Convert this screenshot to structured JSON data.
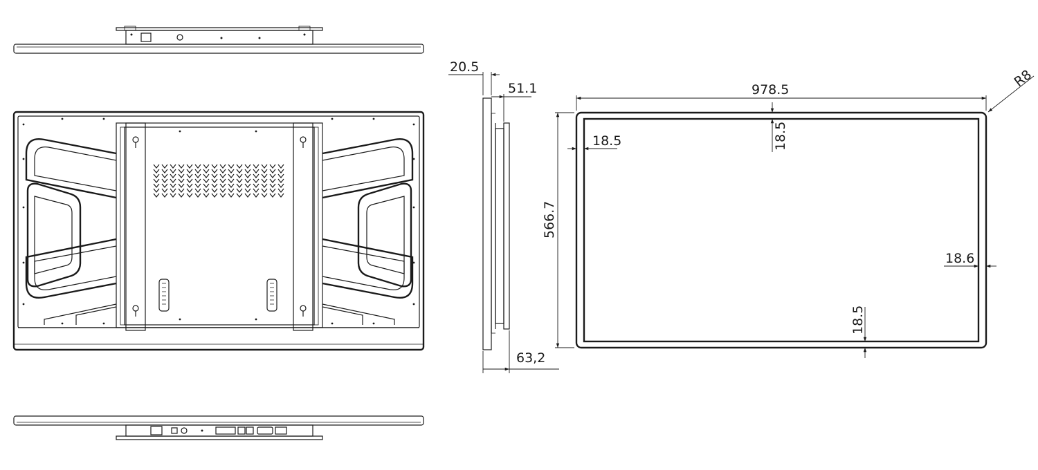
{
  "dimensions": {
    "width": "978.5",
    "height": "566.7",
    "corner_radius": "R8",
    "border_left": "18.5",
    "border_top": "18.5",
    "border_right": "18.6",
    "border_bottom": "18.5",
    "bezel_depth": "20.5",
    "body_depth": "51.1",
    "total_depth": "63,2"
  },
  "colors": {
    "line": "#1a1a1a",
    "background": "#ffffff"
  }
}
